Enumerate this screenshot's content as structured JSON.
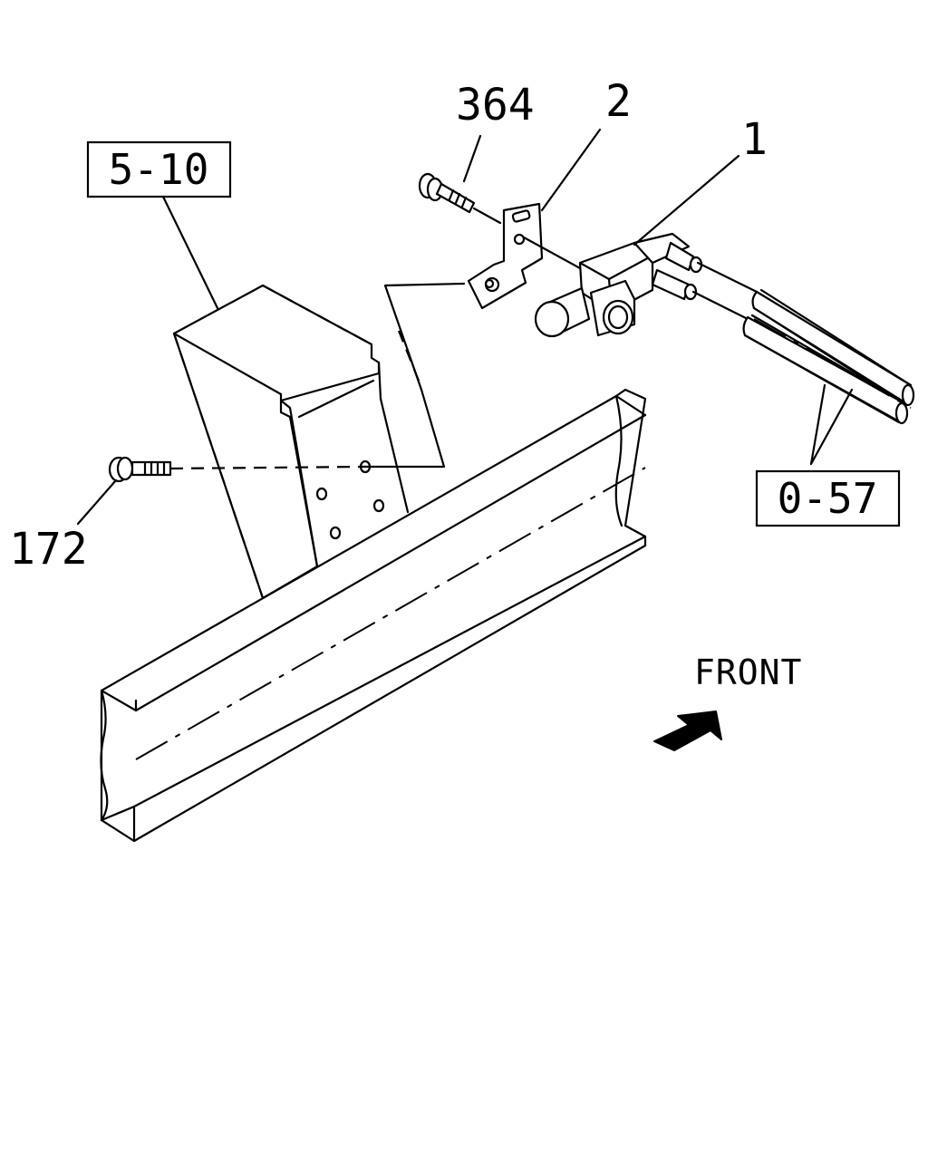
{
  "callouts": {
    "bolt_top": "364",
    "bracket": "2",
    "valve": "1",
    "bolt_left": "172"
  },
  "references": {
    "crossmember": "5-10",
    "hoses": "0-57"
  },
  "direction_label": "FRONT",
  "icons": {
    "front_arrow": "arrow-up-right-icon"
  }
}
